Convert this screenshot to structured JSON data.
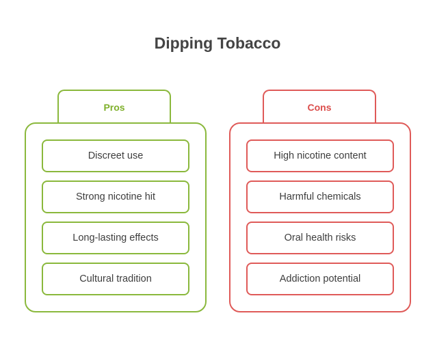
{
  "title": "Dipping Tobacco",
  "colors": {
    "pros": "#8ab83c",
    "cons": "#df5a58",
    "text": "#3d3d3d"
  },
  "pros": {
    "label": "Pros",
    "items": [
      "Discreet use",
      "Strong nicotine hit",
      "Long-lasting effects",
      "Cultural tradition"
    ]
  },
  "cons": {
    "label": "Cons",
    "items": [
      "High nicotine content",
      "Harmful chemicals",
      "Oral health risks",
      "Addiction potential"
    ]
  }
}
